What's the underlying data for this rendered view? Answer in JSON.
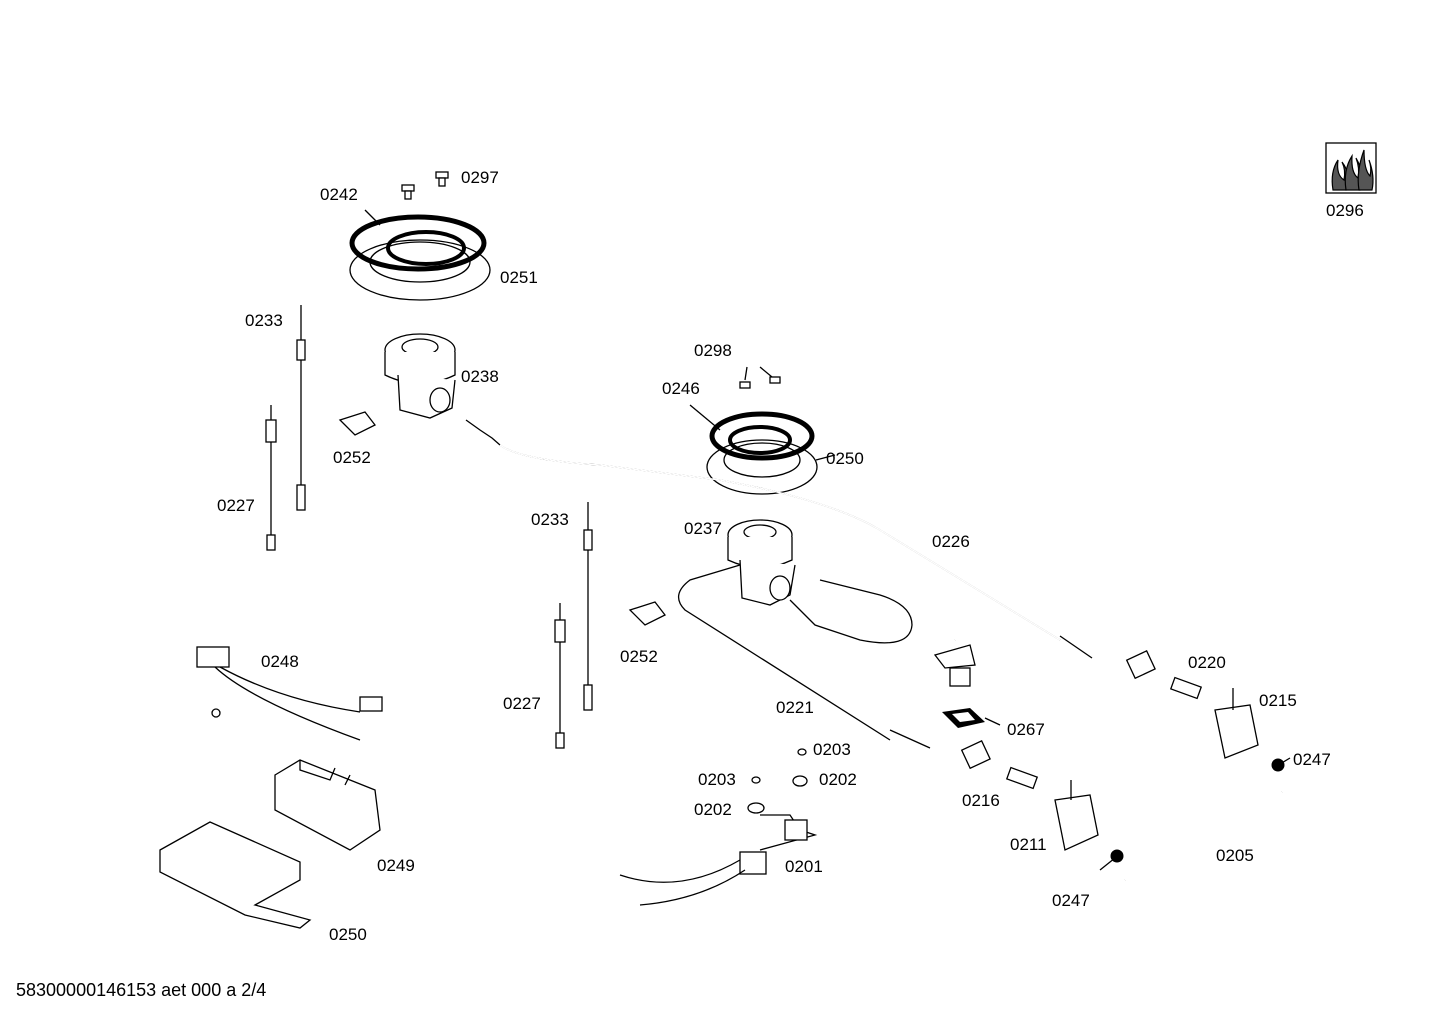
{
  "labels": {
    "l0242": "0242",
    "l0297": "0297",
    "l0251": "0251",
    "l0233a": "0233",
    "l0238": "0238",
    "l0252a": "0252",
    "l0227a": "0227",
    "l0298": "0298",
    "l0246": "0246",
    "l0250a": "0250",
    "l0226": "0226",
    "l0233b": "0233",
    "l0237": "0237",
    "l0252b": "0252",
    "l0227b": "0227",
    "l0248": "0248",
    "l0249": "0249",
    "l0250b": "0250",
    "l0221": "0221",
    "l0203a": "0203",
    "l0203b": "0203",
    "l0202a": "0202",
    "l0202b": "0202",
    "l0201": "0201",
    "l0267": "0267",
    "l0220": "0220",
    "l0215": "0215",
    "l0247a": "0247",
    "l0216": "0216",
    "l0211": "0211",
    "l0247b": "0247",
    "l0205": "0205",
    "l0296": "0296"
  },
  "footer": {
    "code": "58300000146153 aet 000 a 2/4"
  }
}
